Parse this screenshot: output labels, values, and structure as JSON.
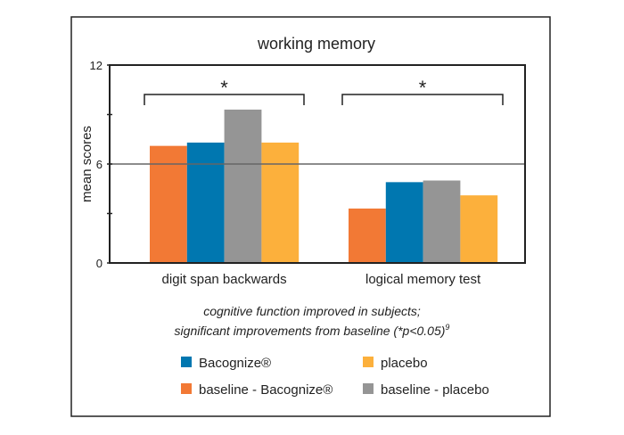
{
  "chart_data": {
    "type": "bar",
    "title": "working memory",
    "ylabel": "mean scores",
    "xlabel": "",
    "ylim": [
      0,
      12
    ],
    "yticks": [
      0,
      3,
      6,
      9,
      12
    ],
    "ytick_labels": [
      "0",
      "6",
      "12"
    ],
    "reference_line": 6,
    "categories": [
      "digit span backwards",
      "logical memory test"
    ],
    "series": [
      {
        "name": "baseline - Bacognize®",
        "color": "#F27935",
        "values": [
          7.1,
          3.3
        ]
      },
      {
        "name": "Bacognize®",
        "color": "#0077B0",
        "values": [
          7.3,
          4.9
        ]
      },
      {
        "name": "baseline - placebo",
        "color": "#959595",
        "values": [
          9.3,
          5.0
        ]
      },
      {
        "name": "placebo",
        "color": "#FCB03C",
        "values": [
          7.3,
          4.1
        ]
      }
    ],
    "significance": [
      "*",
      "*"
    ],
    "caption": [
      "cognitive function improved in subjects;",
      "significant improvements from baseline (*p<0.05)"
    ],
    "caption_superscript": "9",
    "legend": [
      {
        "label": "Bacognize®",
        "color": "#0077B0"
      },
      {
        "label": "placebo",
        "color": "#FCB03C"
      },
      {
        "label": "baseline - Bacognize®",
        "color": "#F27935"
      },
      {
        "label": "baseline - placebo",
        "color": "#959595"
      }
    ]
  }
}
